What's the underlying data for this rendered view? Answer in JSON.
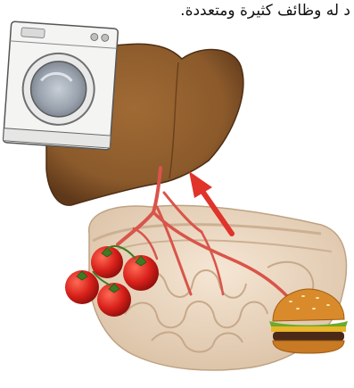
{
  "caption": "د له وظائف كثيرة ومتعددة.",
  "colors": {
    "liver": "#8B5A2B",
    "liver_shade": "#6E4320",
    "intestine": "#E8D2B8",
    "vessel": "#D9544A",
    "arrow": "#E0332A",
    "tomato": "#D8201A",
    "bun": "#D98A2A"
  },
  "icons": [
    "washing-machine-icon",
    "liver",
    "intestines",
    "tomato-icon",
    "burger-icon",
    "upward-arrow-icon"
  ]
}
